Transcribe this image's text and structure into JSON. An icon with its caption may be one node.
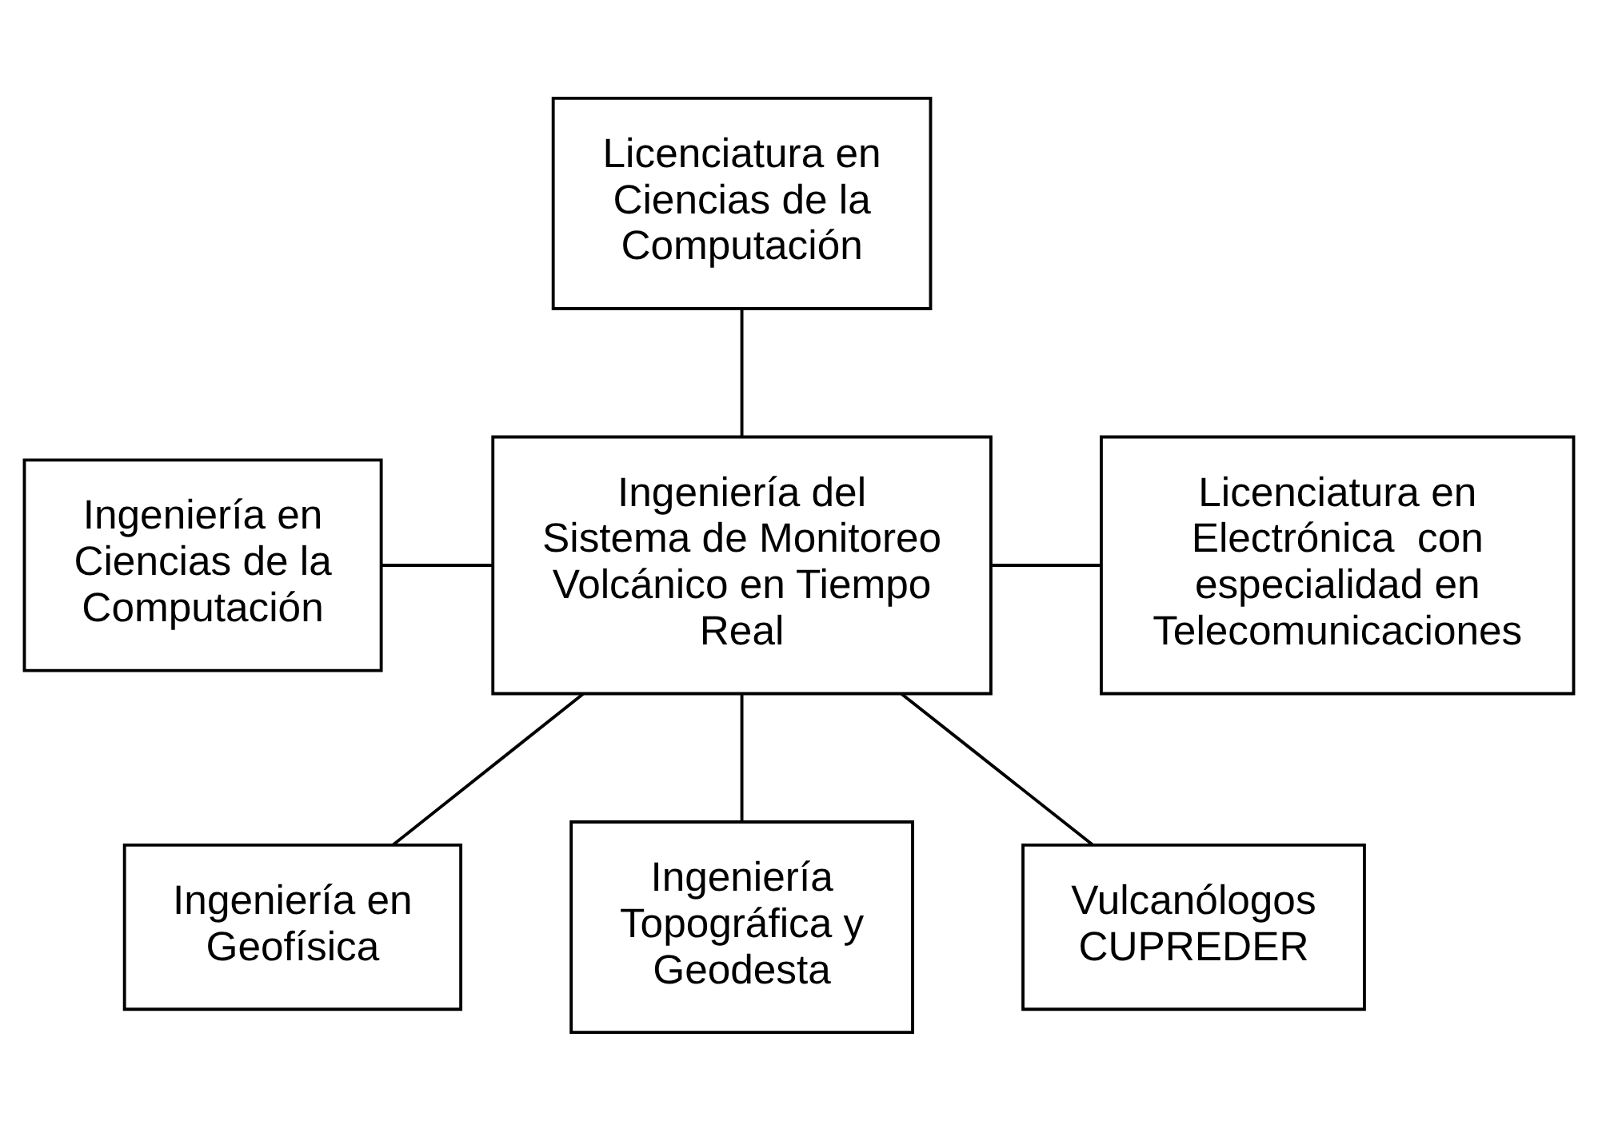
{
  "diagram": {
    "nodes": [
      {
        "text": [
          "Licenciatura en Ciencias de la Computación"
        ]
      },
      {
        "text": [
          "Ingeniería en Ciencias de la Computación"
        ]
      },
      {
        "text": [
          "Ingeniería del Sistema de Monitoreo Volcánico en Tiempo Real"
        ]
      },
      {
        "text": [
          "Licenciatura en Electrónica  con especialidad en Telecomunicaciones"
        ]
      },
      {
        "text": [
          "Ingeniería en Geofísica"
        ]
      },
      {
        "text": [
          "Ingeniería Topográfica y Geodesta"
        ]
      },
      {
        "text": [
          "Vulcanólogos CUPREDER"
        ]
      }
    ],
    "edges": [
      {
        "from": 0,
        "to": 2,
        "arrow": "none"
      },
      {
        "from": 1,
        "to": 2,
        "arrow": "none"
      },
      {
        "from": 2,
        "to": 3,
        "arrow": "none"
      },
      {
        "from": 2,
        "to": 4,
        "arrow": "none"
      },
      {
        "from": 2,
        "to": 5,
        "arrow": "none"
      },
      {
        "from": 2,
        "to": 6,
        "arrow": "none"
      }
    ]
  }
}
